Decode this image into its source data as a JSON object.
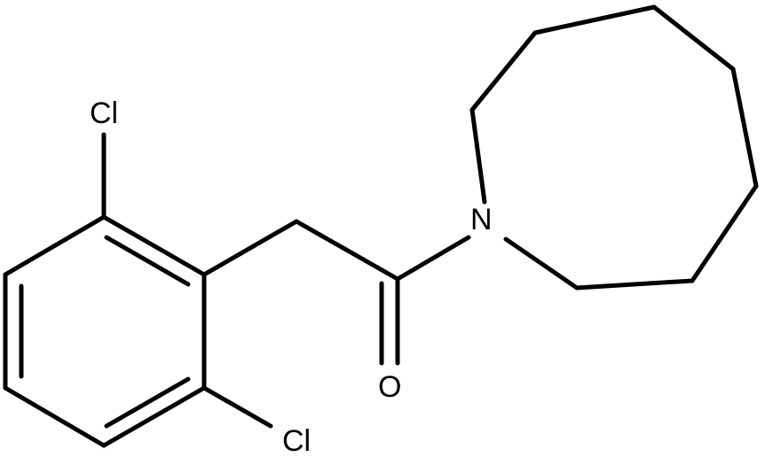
{
  "atoms": {
    "cl_top": "Cl",
    "cl_bottom": "Cl",
    "n": "N",
    "o": "O"
  },
  "colors": {
    "bond": "#000000",
    "background": "#ffffff"
  }
}
